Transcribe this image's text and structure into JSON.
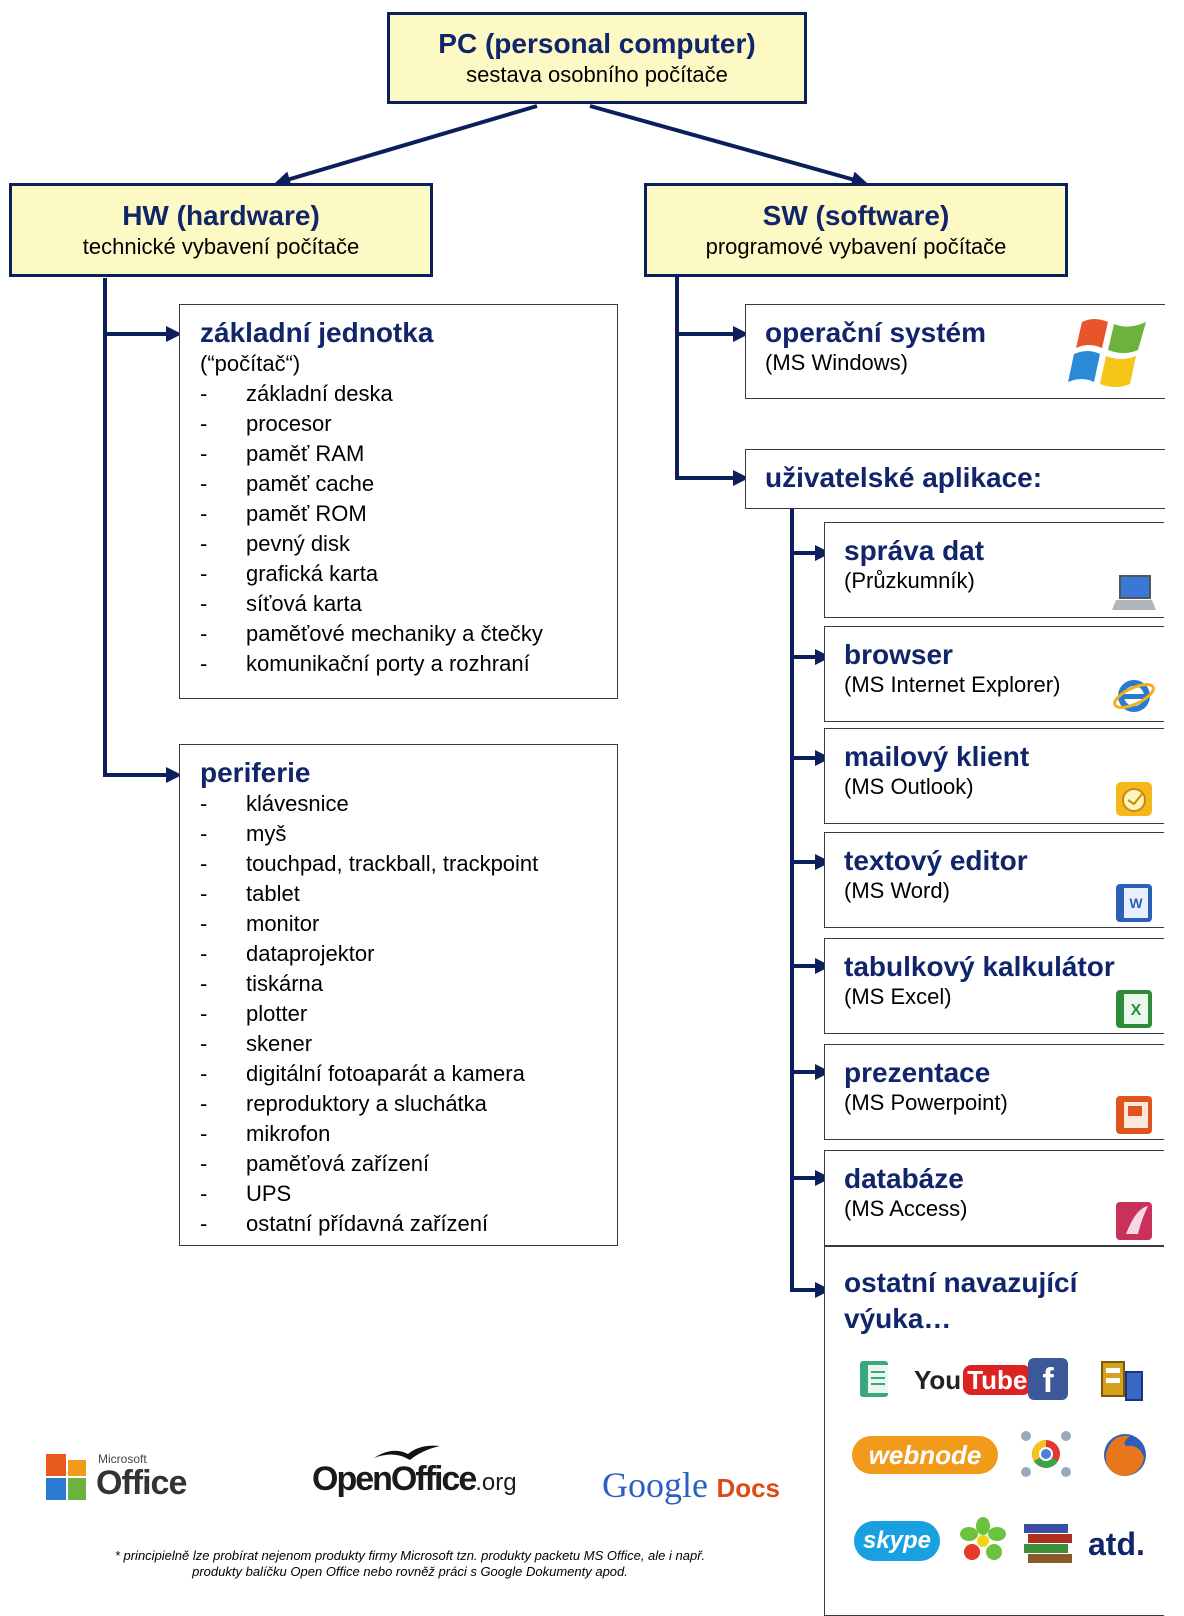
{
  "root": {
    "title": "PC (personal computer)",
    "subtitle": "sestava osobního počítače"
  },
  "hw": {
    "title": "HW (hardware)",
    "subtitle": "technické vybavení počítače"
  },
  "sw": {
    "title": "SW (software)",
    "subtitle": "programové vybavení počítače"
  },
  "zakladni": {
    "title": "základní jednotka",
    "subtitle": "(“počítač“)",
    "items": [
      "základní deska",
      "procesor",
      "paměť RAM",
      "paměť cache",
      "paměť ROM",
      "pevný disk",
      "grafická karta",
      "síťová karta",
      "paměťové mechaniky a čtečky",
      "komunikační porty a rozhraní"
    ]
  },
  "periferie": {
    "title": "periferie",
    "items": [
      "klávesnice",
      "myš",
      "touchpad, trackball, trackpoint",
      "tablet",
      "monitor",
      "dataprojektor",
      "tiskárna",
      "plotter",
      "skener",
      "digitální fotoaparát a kamera",
      "reproduktory a sluchátka",
      "mikrofon",
      "paměťová zařízení",
      "UPS",
      "ostatní přídavná zařízení"
    ]
  },
  "os": {
    "title": "operační systém",
    "subtitle": "(MS Windows)",
    "icon": "windows-logo-icon"
  },
  "apps": {
    "title": "uživatelské aplikace:"
  },
  "app_list": [
    {
      "title": "správa dat",
      "subtitle": "(Průzkumník)",
      "icon": "explorer-icon"
    },
    {
      "title": "browser",
      "subtitle": "(MS Internet Explorer)",
      "icon": "internet-explorer-icon"
    },
    {
      "title": "mailový klient",
      "subtitle": "(MS Outlook)",
      "icon": "outlook-icon"
    },
    {
      "title": "textový editor",
      "subtitle": "(MS Word)",
      "icon": "word-icon"
    },
    {
      "title": "tabulkový kalkulátor",
      "subtitle": "(MS Excel)",
      "icon": "excel-icon"
    },
    {
      "title": "prezentace",
      "subtitle": "(MS Powerpoint)",
      "icon": "powerpoint-icon"
    },
    {
      "title": "databáze",
      "subtitle": "(MS Access)",
      "icon": "access-icon"
    }
  ],
  "other": {
    "title_line1": "ostatní navazující",
    "title_line2": "výuka…",
    "youtube_you": "You",
    "youtube_tube": "Tube",
    "facebook": "f",
    "webnode": "webnode",
    "skype": "skype",
    "atd": "atd."
  },
  "logos": {
    "ms_small": "Microsoft",
    "ms_office": "Office",
    "openoffice_main": "OpenOffice",
    "openoffice_org": ".org",
    "google": "Google",
    "docs": "Docs"
  },
  "colors": {
    "navy": "#10256a",
    "box_fill": "#fdf9c4",
    "line": "#0b1f5c"
  },
  "footnote": {
    "line1": "* principielně lze probírat nejenom produkty firmy Microsoft tzn. produkty packetu MS Office, ale i např.",
    "line2": "produkty balíčku Open Office nebo rovněž práci s Google Dokumenty apod."
  }
}
